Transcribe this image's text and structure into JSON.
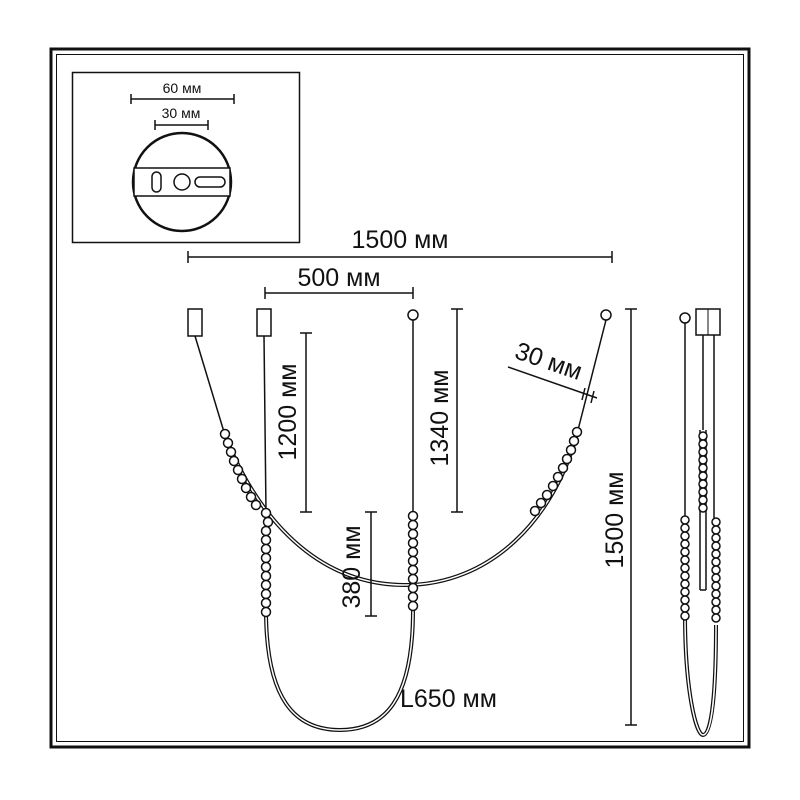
{
  "colors": {
    "line": "#111111",
    "background": "#ffffff"
  },
  "dimensions": {
    "canopy_width": "60 мм",
    "canopy_holes": "30 мм",
    "total_width": "1500 мм",
    "inner_span": "500 мм",
    "drop_short": "1200 мм",
    "drop_long": "1340 мм",
    "ring_diameter": "30 мм",
    "beads_length": "380 мм",
    "loop_length": "L650 мм",
    "total_height": "1500 мм"
  }
}
